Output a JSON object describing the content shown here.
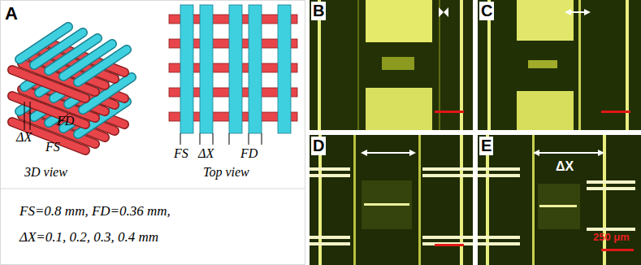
{
  "diagram": {
    "labels": [
      "A",
      "FD",
      "ΔX",
      "FS",
      "FS",
      "ΔX",
      "FD",
      "3D view",
      "Top view",
      "FS=0.8 mm, FD=0.36 mm,",
      "ΔX=0.1, 0.2, 0.3, 0.4 mm",
      "B",
      "C",
      "D",
      "E",
      "ΔX",
      "250 μm"
    ]
  }
}
